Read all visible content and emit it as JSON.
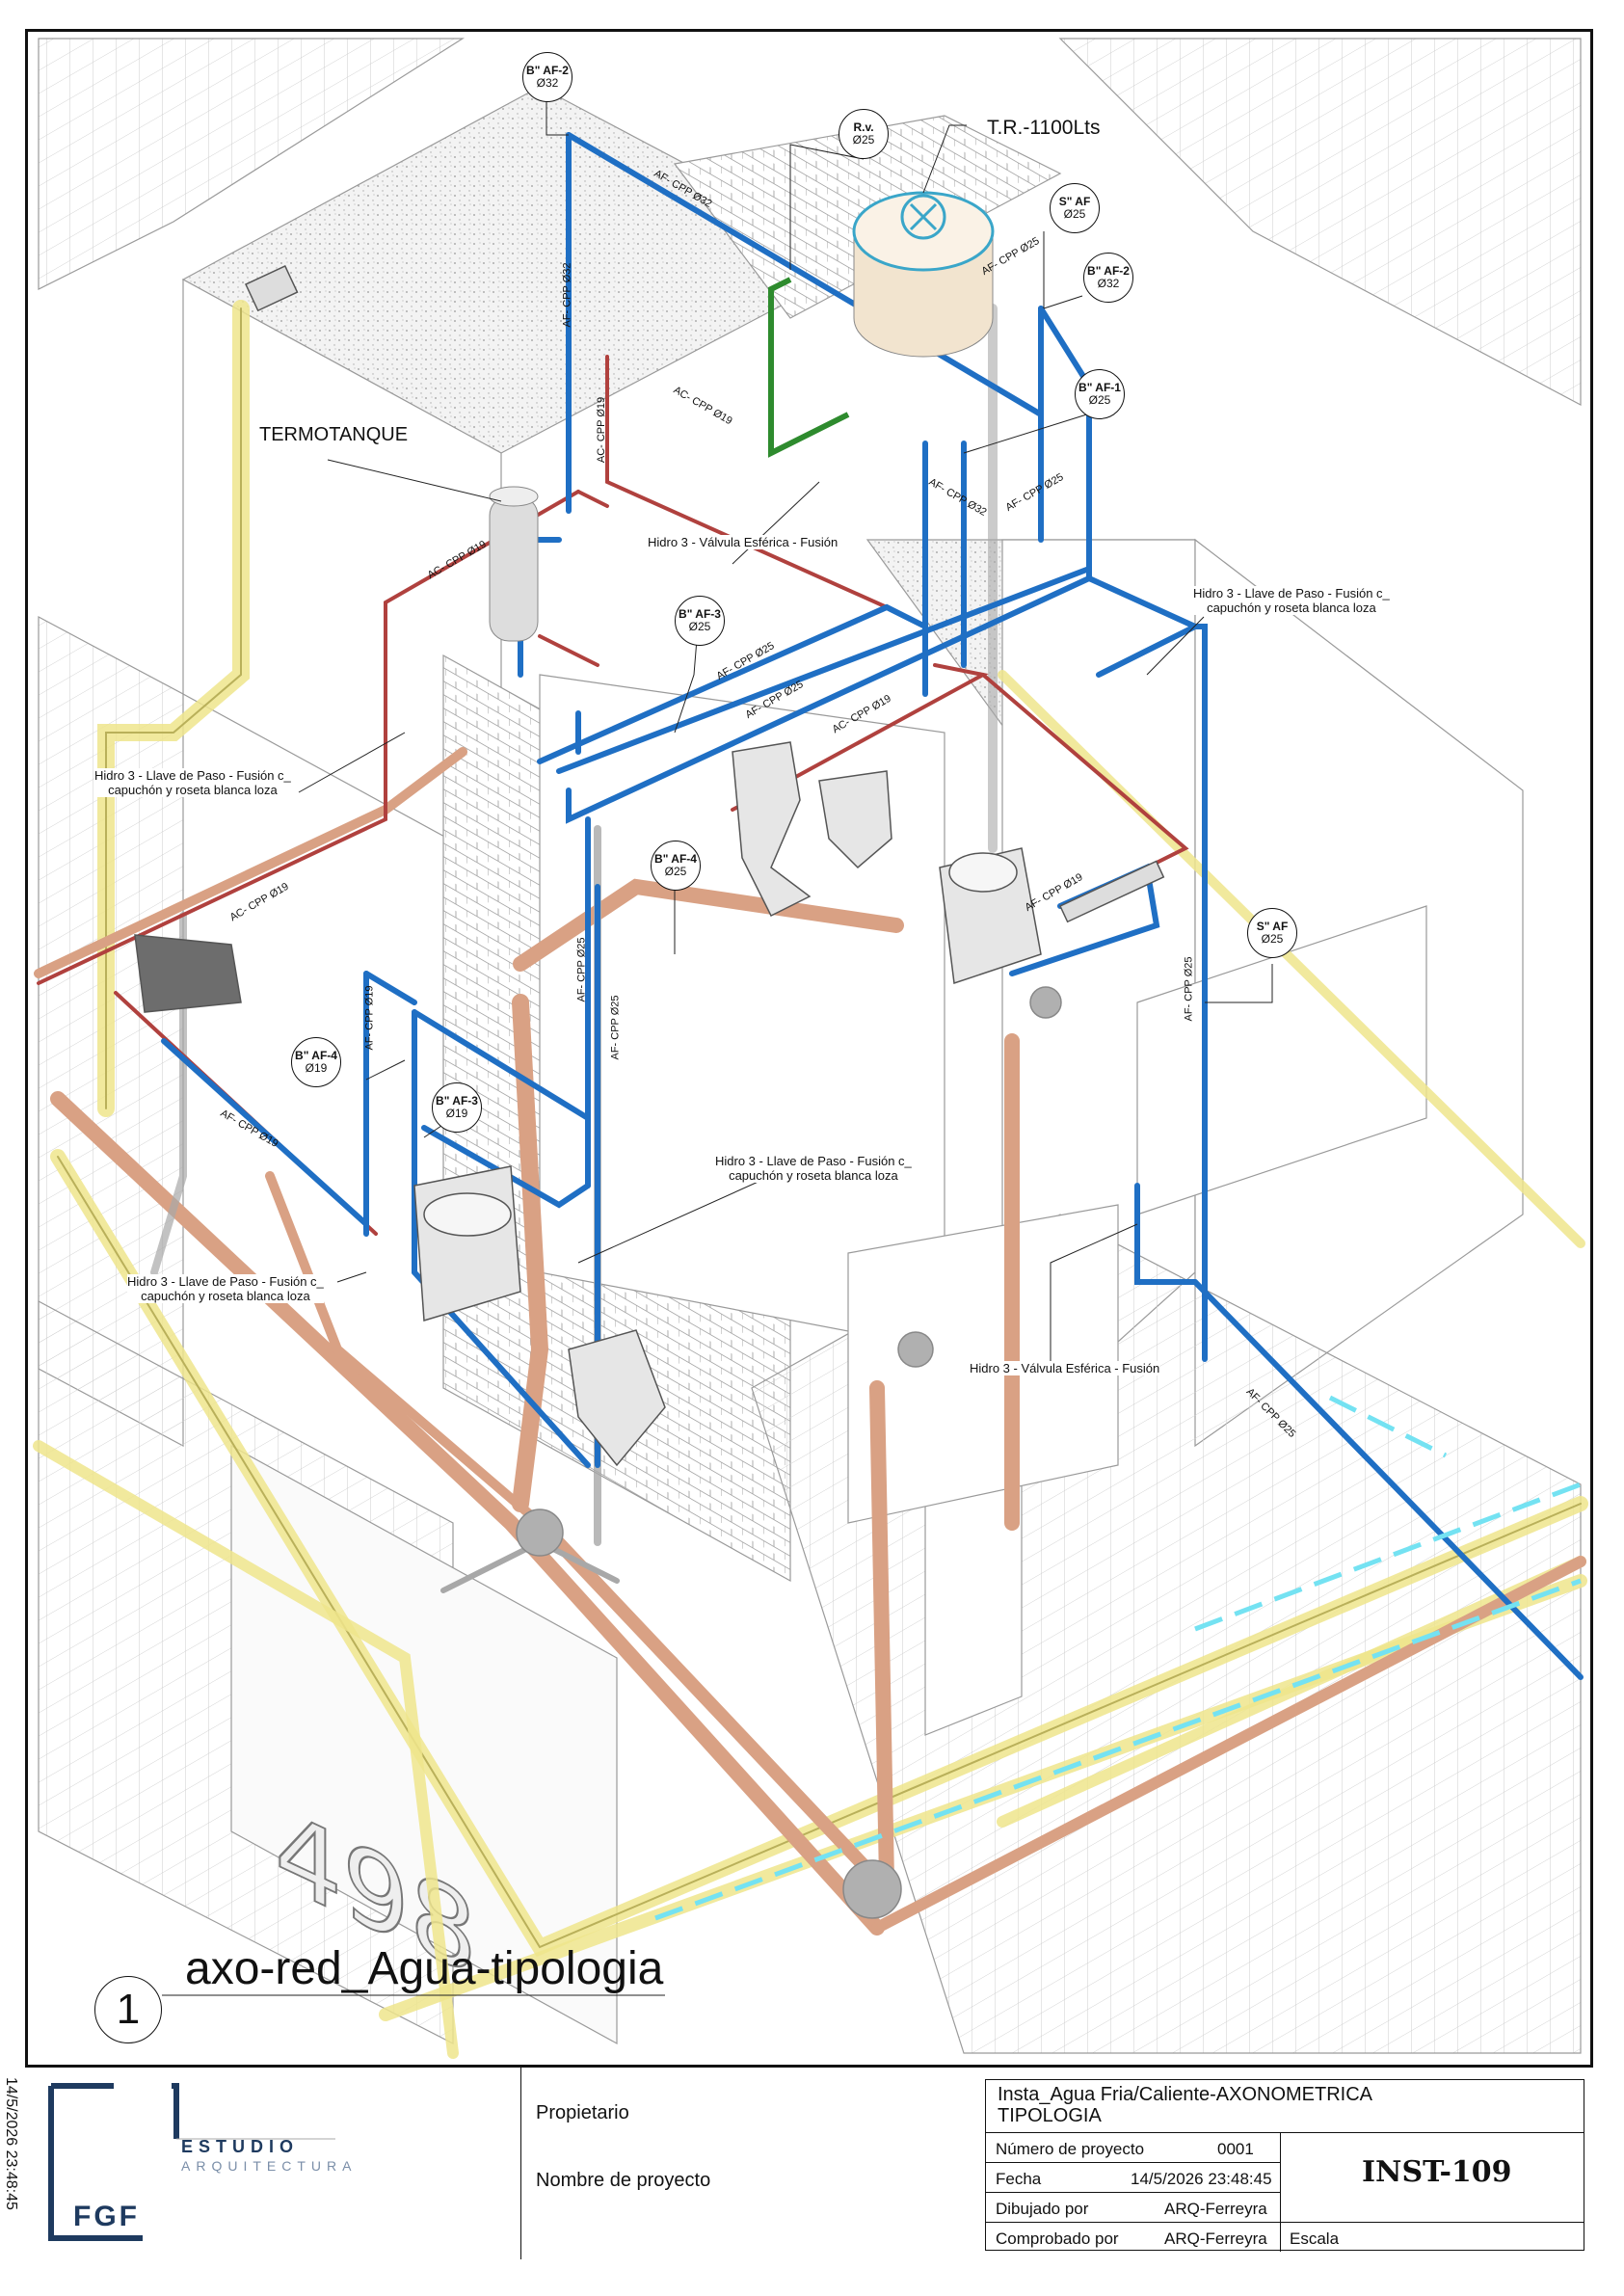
{
  "view": {
    "number": "1",
    "title": "axo-red_Agua-tipologia"
  },
  "labels": {
    "tank": "T.R.-1100Lts",
    "heater": "TERMOTANQUE"
  },
  "tags": [
    {
      "id": "b-af2-top",
      "code": "B\" AF-2",
      "dia": "Ø32"
    },
    {
      "id": "rv",
      "code": "R.v.",
      "dia": "Ø25"
    },
    {
      "id": "s-af-top",
      "code": "S\" AF",
      "dia": "Ø25"
    },
    {
      "id": "b-af2-right",
      "code": "B\" AF-2",
      "dia": "Ø32"
    },
    {
      "id": "b-af1",
      "code": "B\" AF-1",
      "dia": "Ø25"
    },
    {
      "id": "b-af3-top",
      "code": "B\" AF-3",
      "dia": "Ø25"
    },
    {
      "id": "b-af4-mid",
      "code": "B\" AF-4",
      "dia": "Ø25"
    },
    {
      "id": "s-af-right",
      "code": "S\" AF",
      "dia": "Ø25"
    },
    {
      "id": "b-af4-left",
      "code": "B\" AF-4",
      "dia": "Ø19"
    },
    {
      "id": "b-af3-left",
      "code": "B\" AF-3",
      "dia": "Ø19"
    }
  ],
  "callouts": [
    {
      "id": "valvula-top",
      "lines": [
        "Hidro 3 - Válvula Esférica - Fusión"
      ]
    },
    {
      "id": "llave-top-right",
      "lines": [
        "Hidro 3 - Llave de Paso - Fusión c_",
        "capuchón y roseta blanca loza"
      ]
    },
    {
      "id": "llave-left",
      "lines": [
        "Hidro 3 - Llave de Paso - Fusión c_",
        "capuchón y roseta blanca loza"
      ]
    },
    {
      "id": "llave-center",
      "lines": [
        "Hidro 3 - Llave de Paso - Fusión c_",
        "capuchón y roseta blanca loza"
      ]
    },
    {
      "id": "llave-bottom-left",
      "lines": [
        "Hidro 3 - Llave de Paso - Fusión c_",
        "capuchón y roseta blanca loza"
      ]
    },
    {
      "id": "valvula-bottom",
      "lines": [
        "Hidro 3 - Válvula Esférica - Fusión"
      ]
    }
  ],
  "pipe_labels": [
    {
      "id": "p1",
      "text": "AF- CPP Ø32"
    },
    {
      "id": "p2",
      "text": "AF- CPP Ø32"
    },
    {
      "id": "p3",
      "text": "AC- CPP Ø19"
    },
    {
      "id": "p4",
      "text": "AC- CPP Ø19"
    },
    {
      "id": "p5",
      "text": "AF- CPP Ø25"
    },
    {
      "id": "p6",
      "text": "AF- CPP Ø25"
    },
    {
      "id": "p7",
      "text": "AC- CPP Ø19"
    },
    {
      "id": "p8",
      "text": "AF- CPP Ø32"
    },
    {
      "id": "p9",
      "text": "AF- CPP Ø25"
    },
    {
      "id": "p10",
      "text": "AF- CPP Ø25"
    },
    {
      "id": "p11",
      "text": "AC- CPP Ø19"
    },
    {
      "id": "p12",
      "text": "AF- CPP Ø19"
    },
    {
      "id": "p13",
      "text": "AF- CPP Ø19"
    },
    {
      "id": "p14",
      "text": "AC- CPP Ø19"
    },
    {
      "id": "p15",
      "text": "AF- CPP Ø25"
    },
    {
      "id": "p16",
      "text": "AF- CPP Ø25"
    },
    {
      "id": "p17",
      "text": "AF- CPP Ø19"
    },
    {
      "id": "p18",
      "text": "AF- CPP Ø25"
    },
    {
      "id": "p19",
      "text": "AF- CPP Ø25"
    }
  ],
  "title_block": {
    "logo_letters": "FGF",
    "logo_word1": "ESTUDIO",
    "logo_word2": "ARQUITECTURA",
    "owner_label": "Propietario",
    "project_label": "Nombre de proyecto",
    "sheet_title": "Insta_Agua Fria/Caliente-AXONOMETRICA TIPOLOGIA",
    "project_number_label": "Número de proyecto",
    "project_number": "0001",
    "date_label": "Fecha",
    "date": "14/5/2026 23:48:45",
    "drawn_by_label": "Dibujado por",
    "drawn_by": "ARQ-Ferreyra",
    "checked_by_label": "Comprobado por",
    "checked_by": "ARQ-Ferreyra",
    "sheet_number": "INST-109",
    "scale_label": "Escala"
  },
  "print_stamp": "14/5/2026 23:48:45",
  "colors": {
    "cold_water": "#1f6fc4",
    "hot_water": "#b0413e",
    "drain": "#d9a184",
    "vent": "#efe58c",
    "valve_green": "#2e8b2e",
    "tank": "#f2e4cf",
    "logo_blue": "#1e3a5f"
  }
}
